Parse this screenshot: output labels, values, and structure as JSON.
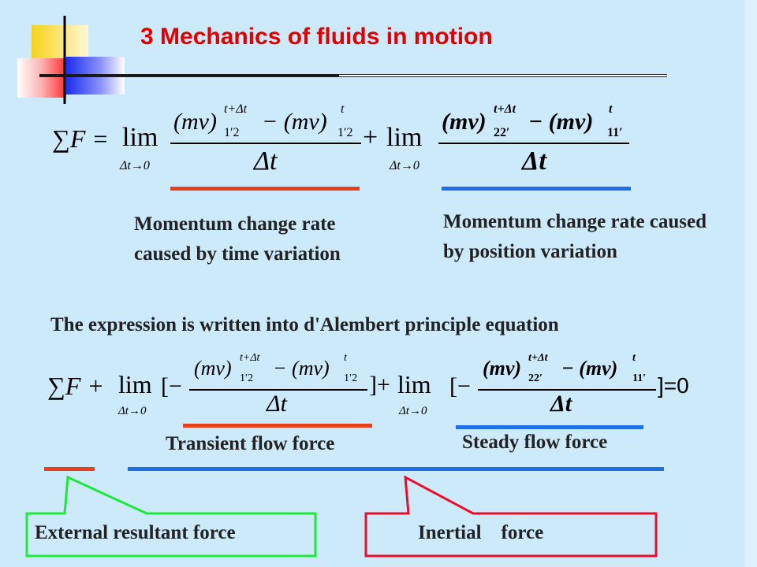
{
  "slide": {
    "title": "3 Mechanics of fluids in motion",
    "eq1": {
      "sum_f": "∑F =",
      "lim": "lim",
      "lim_sub": "Δt→0",
      "term1_num_a": "(mv)",
      "term1_sup_a": "t+Δt",
      "term1_sub_a": "1′2",
      "term1_minus": "− (mv)",
      "term1_sup_b": "t",
      "term1_sub_b": "1′2",
      "den": "Δt",
      "plus": "+",
      "term2_num_a": "(mv)",
      "term2_sup_a": "t+Δt",
      "term2_sub_a": "22′",
      "term2_minus": "− (mv)",
      "term2_sup_b": "t",
      "term2_sub_b": "11′"
    },
    "label_time": "Momentum change rate caused by time variation",
    "label_position": "Momentum change rate caused by position variation",
    "statement": "The expression is written into d'Alembert principle equation",
    "eq2": {
      "sum_f": "∑F +",
      "lim": "lim",
      "lim_sub": "Δt→0",
      "bracket_open": "[−",
      "term1_num_a": "(mv)",
      "term1_sup_a": "t+Δt",
      "term1_sub_a": "1′2",
      "term1_minus": "− (mv)",
      "term1_sup_b": "t",
      "term1_sub_b": "1′2",
      "den": "Δt",
      "bracket_close_plus": "]+",
      "term2_num_a": "(mv)",
      "term2_sup_a": "t+Δt",
      "term2_sub_a": "22′",
      "term2_minus": "− (mv)",
      "term2_sup_b": "t",
      "term2_sub_b": "11′",
      "equals_zero": "]=0"
    },
    "label_transient": "Transient flow force",
    "label_steady": "Steady flow force",
    "callout_external": "External resultant force",
    "callout_inertial": "Inertial    force",
    "colors": {
      "title": "#e00000",
      "red_bar": "#e8401c",
      "blue_bar": "#1f6fe6",
      "green_callout": "#1ee83a",
      "red_callout": "#e8102a"
    }
  }
}
